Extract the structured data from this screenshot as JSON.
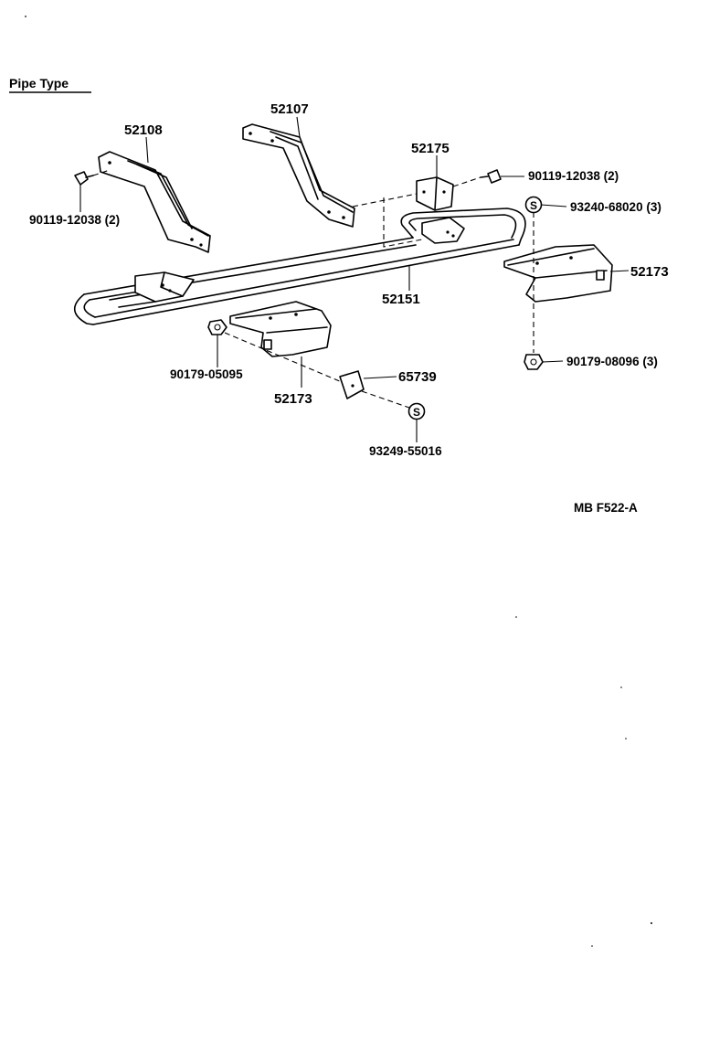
{
  "section_title": "Pipe Type",
  "diagram_code": "MB F522-A",
  "callouts": {
    "bracket_left": "52108",
    "bracket_right": "52107",
    "bracket_small": "52175",
    "pipe_bar": "52151",
    "step_right": "52173",
    "step_left": "52173",
    "clip": "65739",
    "bolt_left": "90119-12038 (2)",
    "bolt_right": "90119-12038 (2)",
    "screw_top_right": "93240-68020 (3)",
    "nut_right": "90179-08096 (3)",
    "nut_left": "90179-05095",
    "screw_bottom": "93249-55016"
  },
  "symbol_s": "S"
}
